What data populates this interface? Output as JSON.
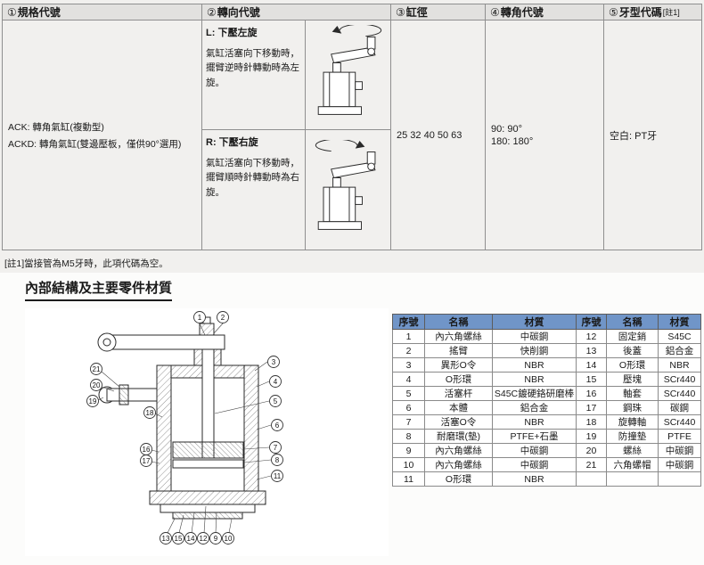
{
  "colors": {
    "parts-header-blue": "#7095c8",
    "band-gray": "#f1f0ee"
  },
  "spec_table": {
    "headers": [
      {
        "num": "①",
        "label": "規格代號"
      },
      {
        "num": "②",
        "label": "轉向代號"
      },
      {
        "num": "③",
        "label": "缸徑"
      },
      {
        "num": "④",
        "label": "轉角代號"
      },
      {
        "num": "⑤",
        "label": "牙型代碼",
        "note": "[註1]"
      }
    ],
    "spec_codes": {
      "line1": "ACK: 轉角氣缸(複動型)",
      "line2": "ACKD: 轉角氣缸(雙邊壓板，僅供90°選用)"
    },
    "direction": {
      "left": {
        "title": "L: 下壓左旋",
        "desc_line1": "氣缸活塞向下移動時，",
        "desc_line2": "擺臂逆時針轉動時為左旋。"
      },
      "right": {
        "title": "R: 下壓右旋",
        "desc_line1": "氣缸活塞向下移動時，",
        "desc_line2": "擺臂順時針轉動時為右旋。"
      }
    },
    "bore_sizes": "25 32 40 50 63",
    "angle_codes": {
      "line1": "90: 90°",
      "line2": "180: 180°"
    },
    "thread_code": "空白: PT牙"
  },
  "footnote": "[註1]當接管為M5牙時，此項代碼為空。",
  "section_title": "內部結構及主要零件材質",
  "parts_table": {
    "headers": [
      "序號",
      "名稱",
      "材質",
      "序號",
      "名稱",
      "材質"
    ],
    "rows": [
      [
        "1",
        "內六角螺絲",
        "中碳鋼",
        "12",
        "固定銷",
        "S45C"
      ],
      [
        "2",
        "搖臂",
        "快削鋼",
        "13",
        "後蓋",
        "鋁合金"
      ],
      [
        "3",
        "異形O令",
        "NBR",
        "14",
        "O形環",
        "NBR"
      ],
      [
        "4",
        "O形環",
        "NBR",
        "15",
        "壓塊",
        "SCr440"
      ],
      [
        "5",
        "活塞杆",
        "S45C鍍硬鉻研磨棒",
        "16",
        "軸套",
        "SCr440"
      ],
      [
        "6",
        "本體",
        "鋁合金",
        "17",
        "鋼珠",
        "碳鋼"
      ],
      [
        "7",
        "活塞O令",
        "NBR",
        "18",
        "旋轉軸",
        "SCr440"
      ],
      [
        "8",
        "耐磨環(墊)",
        "PTFE+石墨",
        "19",
        "防撞墊",
        "PTFE"
      ],
      [
        "9",
        "內六角螺絲",
        "中碳鋼",
        "20",
        "螺絲",
        "中碳鋼"
      ],
      [
        "10",
        "內六角螺絲",
        "中碳鋼",
        "21",
        "六角螺帽",
        "中碳鋼"
      ],
      [
        "11",
        "O形環",
        "NBR",
        "",
        "",
        ""
      ]
    ]
  },
  "diagram": {
    "callouts": [
      "1",
      "2",
      "3",
      "4",
      "5",
      "6",
      "7",
      "8",
      "9",
      "10",
      "11",
      "12",
      "13",
      "14",
      "15",
      "16",
      "17",
      "18",
      "19",
      "20",
      "21"
    ]
  }
}
